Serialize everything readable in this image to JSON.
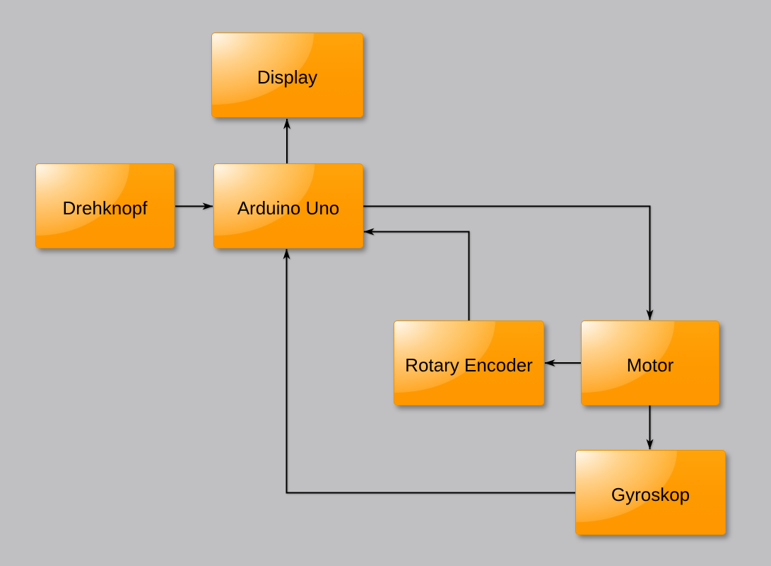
{
  "diagram": {
    "type": "block-diagram",
    "colors": {
      "background": "#c0c0c2",
      "node_fill": "#ff9900",
      "node_highlight": "#ffffff",
      "node_border": "#e89100",
      "connector": "#000000",
      "label_text": "#000000"
    },
    "nodes": [
      {
        "id": "display",
        "label": "Display"
      },
      {
        "id": "drehknopf",
        "label": "Drehknopf"
      },
      {
        "id": "arduino-uno",
        "label": "Arduino Uno"
      },
      {
        "id": "rotary-encoder",
        "label": "Rotary Encoder"
      },
      {
        "id": "motor",
        "label": "Motor"
      },
      {
        "id": "gyroskop",
        "label": "Gyroskop"
      }
    ],
    "edges": [
      {
        "from": "drehknopf",
        "to": "arduino-uno"
      },
      {
        "from": "arduino-uno",
        "to": "display"
      },
      {
        "from": "arduino-uno",
        "to": "motor"
      },
      {
        "from": "motor",
        "to": "rotary-encoder"
      },
      {
        "from": "rotary-encoder",
        "to": "arduino-uno"
      },
      {
        "from": "motor",
        "to": "gyroskop"
      },
      {
        "from": "gyroskop",
        "to": "arduino-uno"
      }
    ]
  }
}
